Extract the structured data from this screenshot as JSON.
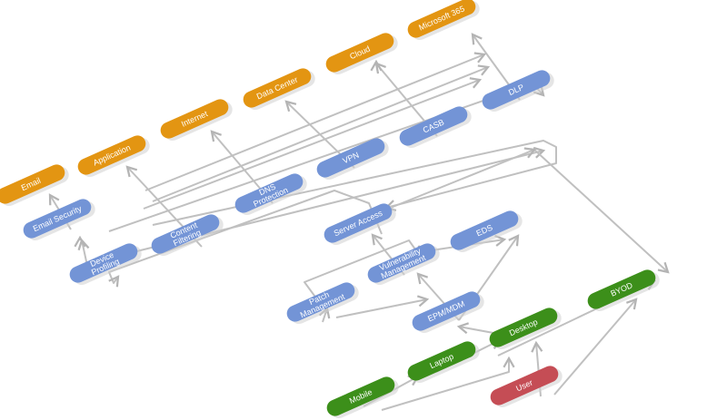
{
  "colors": {
    "orange": "#e39512",
    "blue": "#7394d6",
    "green": "#3c8f1a",
    "red": "#c54d55",
    "line": "#c0c0c0",
    "shadow": "#cfcfcf"
  },
  "nodes": {
    "email": {
      "lines": [
        "Email"
      ],
      "color": "orange"
    },
    "application": {
      "lines": [
        "Application"
      ],
      "color": "orange"
    },
    "internet": {
      "lines": [
        "Internet"
      ],
      "color": "orange"
    },
    "data_center": {
      "lines": [
        "Data Center"
      ],
      "color": "orange"
    },
    "cloud": {
      "lines": [
        "Cloud"
      ],
      "color": "orange"
    },
    "microsoft_365": {
      "lines": [
        "Microsoft 365"
      ],
      "color": "orange"
    },
    "email_security": {
      "lines": [
        "Email Security"
      ],
      "color": "blue"
    },
    "device_profiling": {
      "lines": [
        "Device",
        "Profiling"
      ],
      "color": "blue"
    },
    "content_filtering": {
      "lines": [
        "Content",
        "Filtering"
      ],
      "color": "blue"
    },
    "dns_protection": {
      "lines": [
        "DNS",
        "Protection"
      ],
      "color": "blue"
    },
    "vpn": {
      "lines": [
        "VPN"
      ],
      "color": "blue"
    },
    "casb": {
      "lines": [
        "CASB"
      ],
      "color": "blue"
    },
    "dlp": {
      "lines": [
        "DLP"
      ],
      "color": "blue"
    },
    "server_access": {
      "lines": [
        "Server Access"
      ],
      "color": "blue"
    },
    "eds": {
      "lines": [
        "EDS"
      ],
      "color": "blue"
    },
    "vulnerability_management": {
      "lines": [
        "Vulnerability",
        "Management"
      ],
      "color": "blue"
    },
    "patch_management": {
      "lines": [
        "Patch",
        "Management"
      ],
      "color": "blue"
    },
    "epm_mdm": {
      "lines": [
        "EPM/MDM"
      ],
      "color": "blue"
    },
    "byod": {
      "lines": [
        "BYOD"
      ],
      "color": "green"
    },
    "desktop": {
      "lines": [
        "Desktop"
      ],
      "color": "green"
    },
    "laptop": {
      "lines": [
        "Laptop"
      ],
      "color": "green"
    },
    "mobile": {
      "lines": [
        "Mobile"
      ],
      "color": "green"
    },
    "user": {
      "lines": [
        "User"
      ],
      "color": "red"
    }
  }
}
